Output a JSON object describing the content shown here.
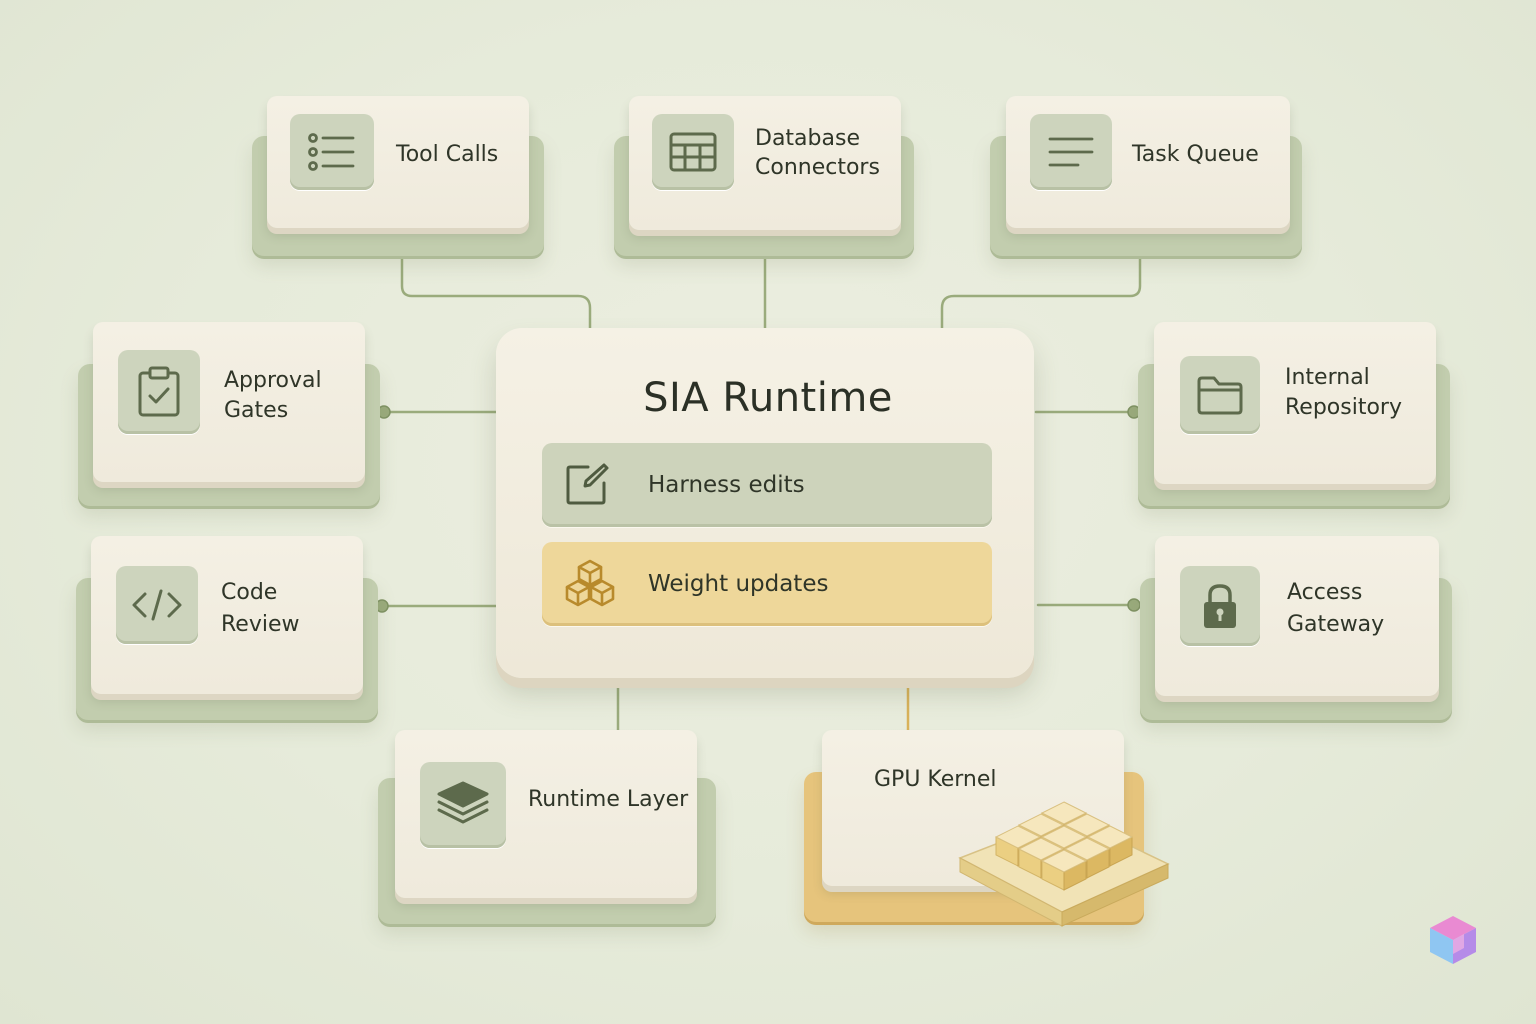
{
  "hub": {
    "title": "SIA Runtime",
    "rows": [
      {
        "label": "Harness edits",
        "icon": "edit-icon"
      },
      {
        "label": "Weight updates",
        "icon": "cubes-icon"
      }
    ]
  },
  "nodes": {
    "tool_calls": {
      "label": "Tool Calls",
      "icon": "list-icon"
    },
    "database_connectors": {
      "label_lines": [
        "Database",
        "Connectors"
      ],
      "icon": "table-icon"
    },
    "task_queue": {
      "label": "Task Queue",
      "icon": "lines-icon"
    },
    "approval_gates": {
      "label_lines": [
        "Approval",
        "Gates"
      ],
      "icon": "clipboard-check-icon"
    },
    "internal_repository": {
      "label_lines": [
        "Internal",
        "Repository"
      ],
      "icon": "folder-icon"
    },
    "code_review": {
      "label_lines": [
        "Code",
        "Review"
      ],
      "icon": "code-icon"
    },
    "access_gateway": {
      "label_lines": [
        "Access",
        "Gateway"
      ],
      "icon": "lock-icon"
    },
    "runtime_layer": {
      "label": "Runtime Layer",
      "icon": "layers-icon"
    },
    "gpu_kernel": {
      "label": "GPU Kernel",
      "icon": "cube-grid-icon"
    }
  },
  "colors": {
    "background": "#e6ebdb",
    "card": "#f1ede1",
    "sage": "#c2cdae",
    "gold": "#e6c47c",
    "connector_green": "#9aab7c",
    "connector_gold": "#d9b25a",
    "text": "#2f3528"
  }
}
